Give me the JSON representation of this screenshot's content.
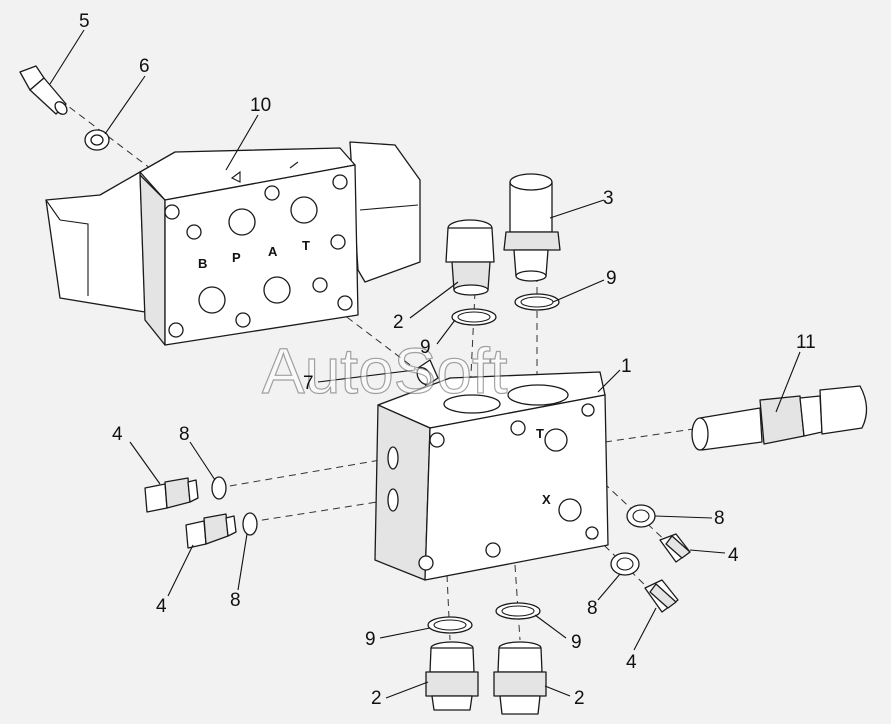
{
  "watermark": "AutoSoft",
  "callouts": {
    "c1": "1",
    "c2a": "2",
    "c2b": "2",
    "c2c": "2",
    "c3": "3",
    "c4a": "4",
    "c4b": "4",
    "c4c": "4",
    "c4d": "4",
    "c5": "5",
    "c6": "6",
    "c7": "7",
    "c8a": "8",
    "c8b": "8",
    "c8c": "8",
    "c8d": "8",
    "c9a": "9",
    "c9b": "9",
    "c9c": "9",
    "c9d": "9",
    "c10": "10",
    "c11": "11"
  },
  "port_marks": {
    "valve_b": "B",
    "valve_p": "P",
    "valve_a": "A",
    "valve_t": "T",
    "block_t": "T",
    "block_x": "X"
  }
}
